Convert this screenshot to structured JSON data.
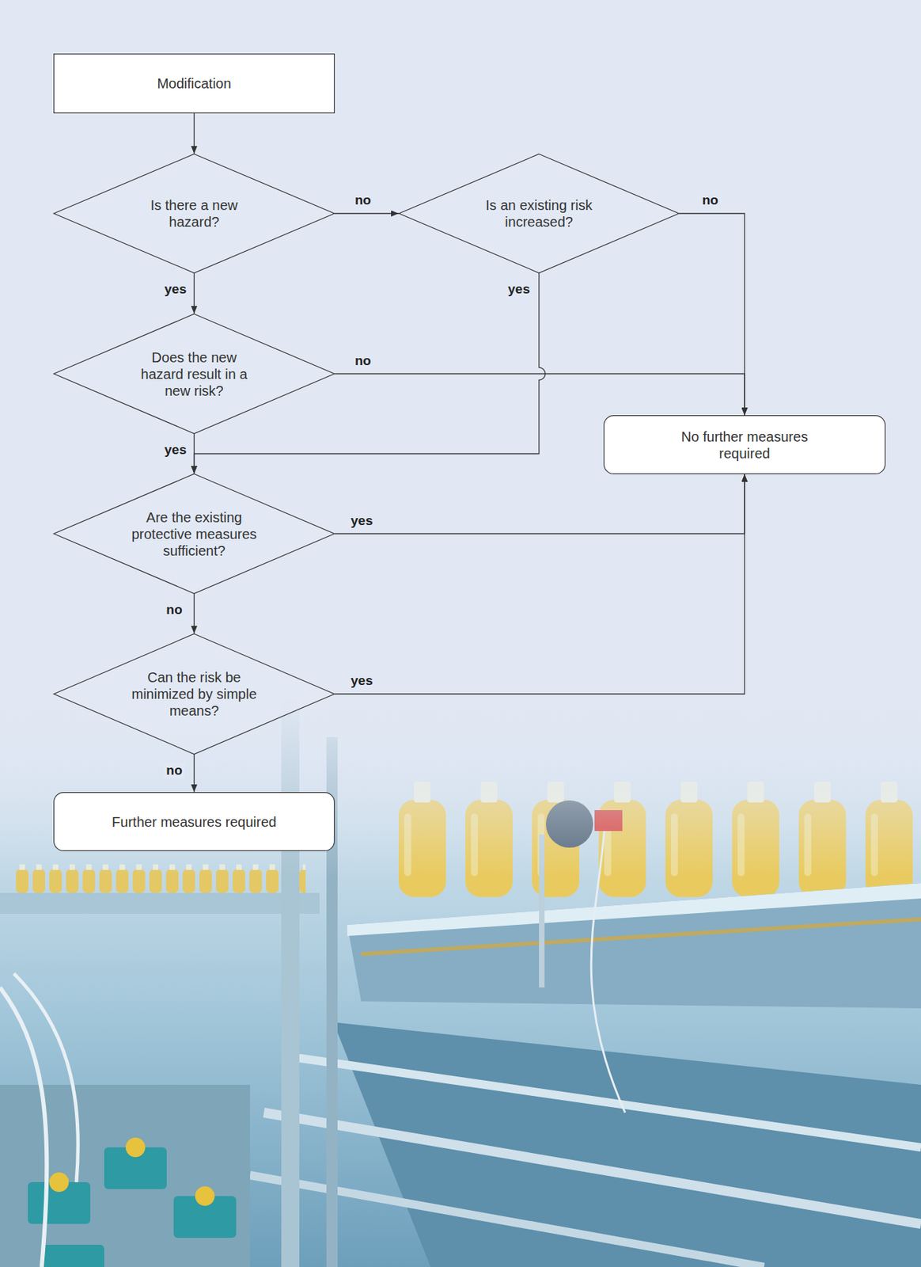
{
  "diagram": {
    "nodes": [
      {
        "text": [
          "Modification"
        ]
      },
      {
        "text": [
          "Is there a new hazard?"
        ]
      },
      {
        "text": [
          "Is an existing risk increased?"
        ]
      },
      {
        "text": [
          "Does the new hazard result in a new risk?"
        ]
      },
      {
        "text": [
          "No further measures required"
        ]
      },
      {
        "text": [
          "Are the existing protective measures sufficient?"
        ]
      },
      {
        "text": [
          "Can the risk be minimized by simple means?"
        ]
      },
      {
        "text": [
          "Further measures required"
        ]
      }
    ],
    "edges": [
      {
        "from": 0,
        "to": 1,
        "arrow": "to"
      },
      {
        "from": 1,
        "to": 2,
        "label": "no",
        "arrow": "to"
      },
      {
        "from": 2,
        "to": 4,
        "label": "no",
        "arrow": "to"
      },
      {
        "from": 1,
        "to": 3,
        "label": "yes",
        "arrow": "to"
      },
      {
        "from": 3,
        "to": 4,
        "label": "no",
        "arrow": "to"
      },
      {
        "from": 2,
        "to": 5,
        "label": "yes",
        "arrow": "to"
      },
      {
        "from": 3,
        "to": 5,
        "label": "yes",
        "arrow": "to"
      },
      {
        "from": 5,
        "to": 4,
        "label": "yes",
        "arrow": "to"
      },
      {
        "from": 5,
        "to": 6,
        "label": "no",
        "arrow": "to"
      },
      {
        "from": 6,
        "to": 4,
        "label": "yes",
        "arrow": "to"
      },
      {
        "from": 6,
        "to": 7,
        "label": "no",
        "arrow": "to"
      }
    ]
  }
}
